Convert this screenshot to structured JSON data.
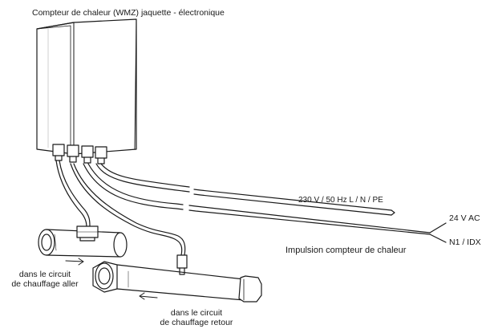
{
  "labels": {
    "title": "Compteur de chaleur (WMZ) jaquette - électronique",
    "power": "230 V / 50 Hz   L / N / PE",
    "voltage_24": "24 V AC",
    "n1_idx": "N1 / IDX",
    "impulse": "Impulsion compteur de chaleur",
    "supply_line1": "dans le circuit",
    "supply_line2": "de chauffage aller",
    "return_line1": "dans le circuit",
    "return_line2": "de chauffage retour"
  },
  "colors": {
    "stroke": "#1a1a1a",
    "fill": "#ffffff"
  }
}
